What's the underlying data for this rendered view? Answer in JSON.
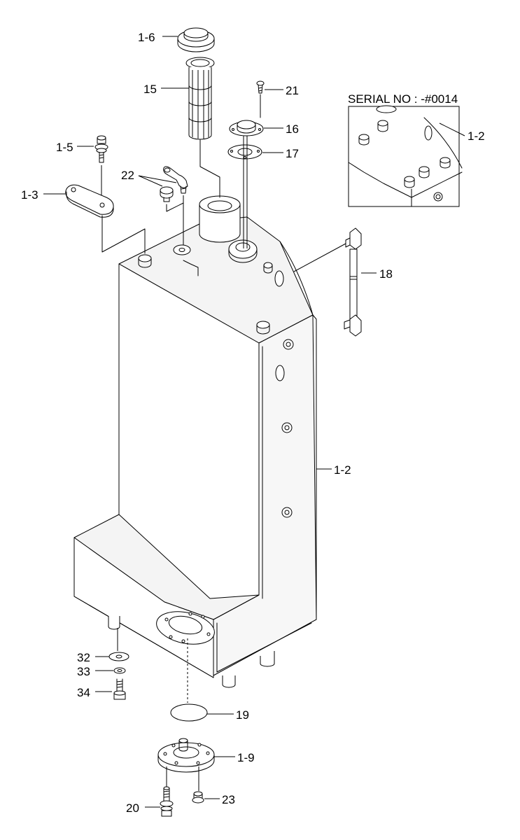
{
  "inset": {
    "title": "SERIAL NO : -#0014",
    "label": "1-2"
  },
  "labels": {
    "l1_6": "1-6",
    "l15": "15",
    "l21": "21",
    "l16": "16",
    "l17": "17",
    "l1_5": "1-5",
    "l22": "22",
    "l1_3": "1-3",
    "l18": "18",
    "l1_2": "1-2",
    "l32": "32",
    "l33": "33",
    "l34": "34",
    "l19": "19",
    "l1_9": "1-9",
    "l20": "20",
    "l23": "23"
  }
}
